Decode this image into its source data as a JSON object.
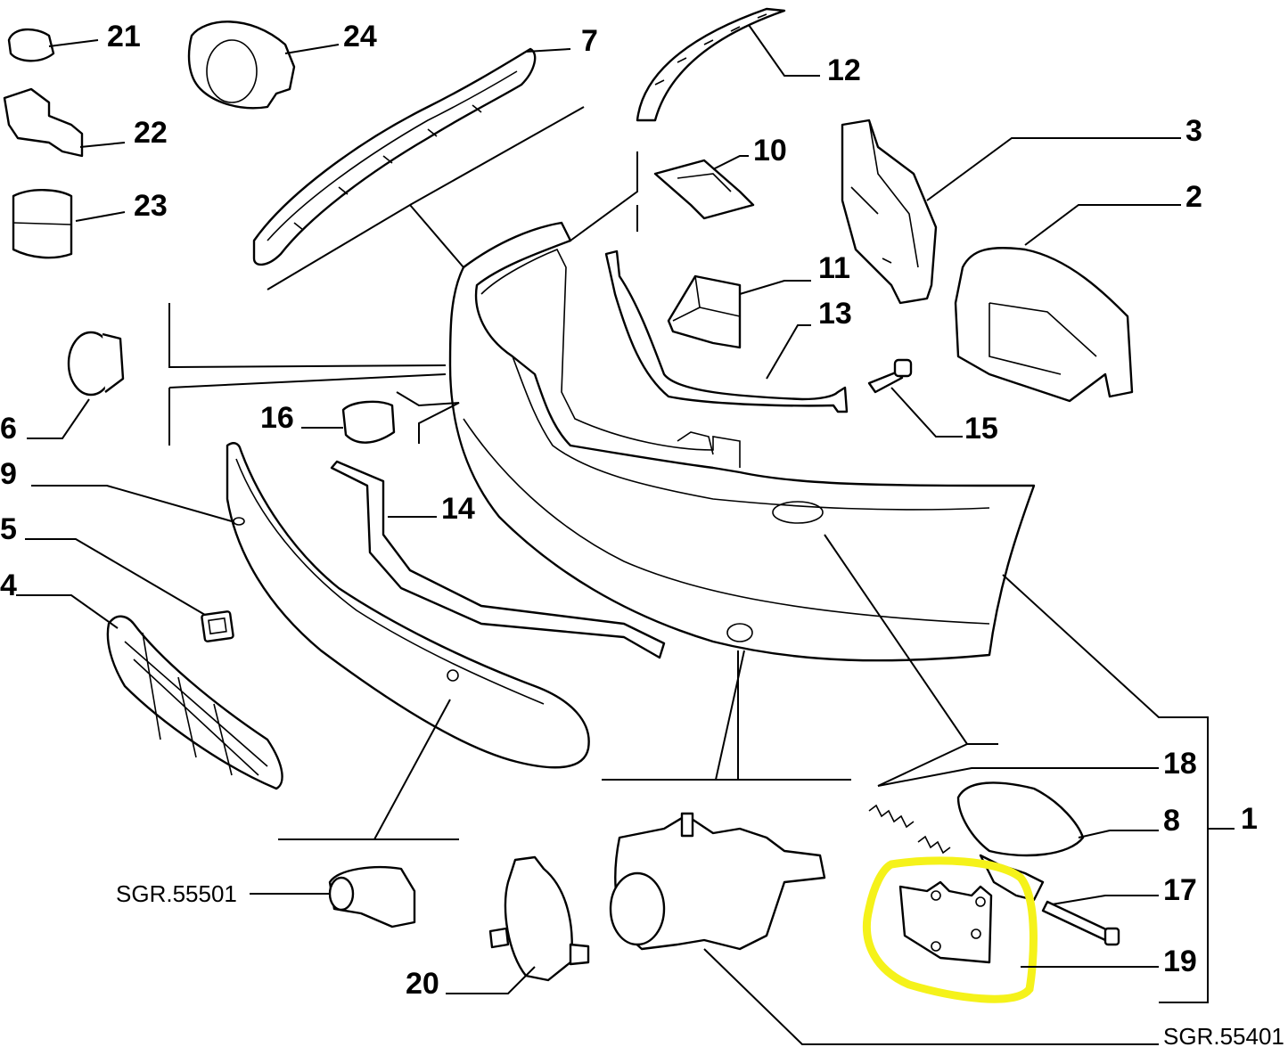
{
  "callouts": {
    "c1": "1",
    "c2": "2",
    "c3": "3",
    "c4": "4",
    "c5": "5",
    "c6": "6",
    "c7": "7",
    "c8": "8",
    "c9": "9",
    "c10": "10",
    "c11": "11",
    "c12": "12",
    "c13": "13",
    "c14": "14",
    "c15": "15",
    "c16": "16",
    "c17": "17",
    "c18": "18",
    "c19": "19",
    "c20": "20",
    "c21": "21",
    "c22": "22",
    "c23": "23",
    "c24": "24"
  },
  "references": {
    "sensor_ref": "SGR.55501",
    "washer_ref": "SGR.55401"
  },
  "highlight": {
    "color": "#f5f21a",
    "part": "19"
  }
}
